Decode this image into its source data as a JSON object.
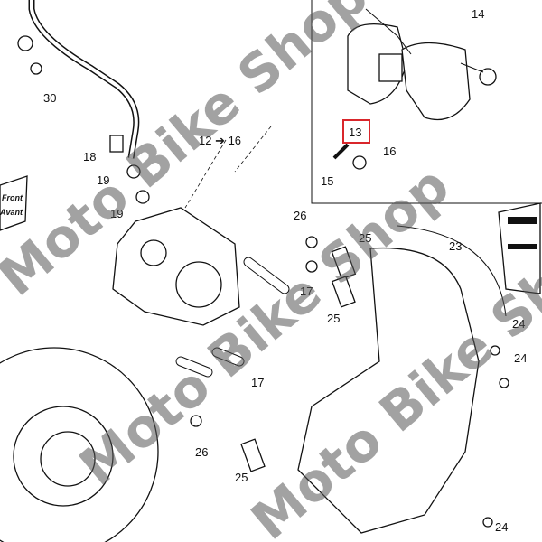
{
  "diagram": {
    "callouts": [
      "14",
      "30",
      "12 ➔ 16",
      "18",
      "19",
      "19",
      "13",
      "16",
      "15",
      "26",
      "25",
      "23",
      "17",
      "25",
      "24",
      "24",
      "17",
      "26",
      "25",
      "24"
    ],
    "highlighted_callout": "13",
    "highlight_color": "#d9262b",
    "front_sign": {
      "line1": "Front",
      "line2": "Avant"
    },
    "watermark": "Moto Bike Shop"
  }
}
